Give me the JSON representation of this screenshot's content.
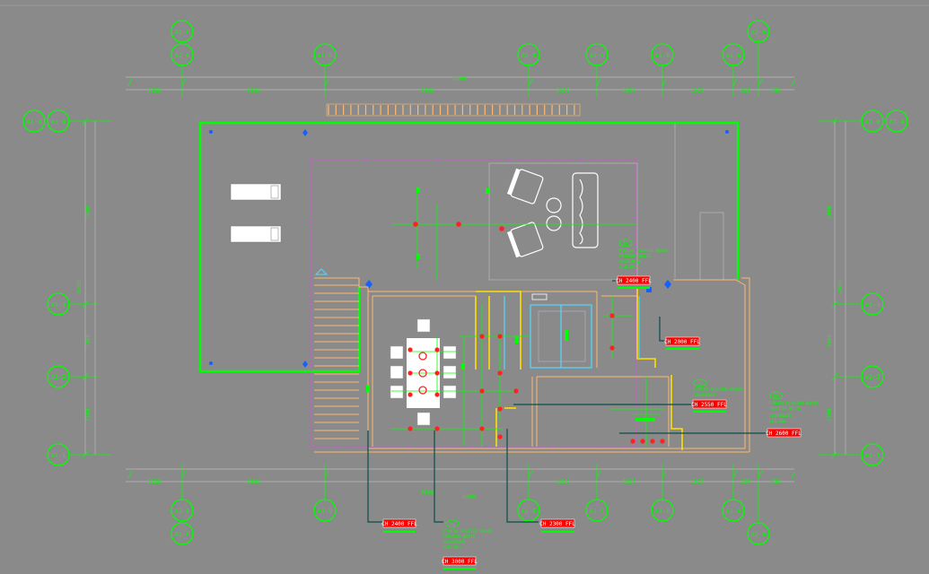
{
  "colors": {
    "background": "#8a8a8a",
    "grid": "#00ff00",
    "wall": "#00ff00",
    "dim_line": "#b9b9b9",
    "interior_wall": "#ffb870",
    "furniture": "#ffffff",
    "boundary": "#ff33ff",
    "tag_fill": "#ff0000",
    "leader": "#0b4d47",
    "glass": "#52d9ff",
    "yellow": "#ffe000",
    "column": "#1560ff"
  },
  "grid_bubbles": {
    "top_row1": [
      "A1-F",
      "A1-E"
    ],
    "top_row2": [
      "A1-D",
      "A1-D",
      "A1-C",
      "A1-B",
      "A1-A"
    ],
    "top_misc": [
      "A1-A"
    ],
    "left": [
      "A1-4",
      "A1-3",
      "A1-2",
      "A1-1"
    ],
    "right": [
      "A1-4",
      "A1-3",
      "A1-2",
      "A1-1"
    ],
    "bottom_row1": [
      "A1-E",
      "A1-D",
      "A1-D",
      "A1-C",
      "A1-B",
      "A1-A"
    ],
    "bottom_row2": [
      "A1-F",
      "A1-A"
    ]
  },
  "dimensions": {
    "top_total": "8600",
    "top_segments": [
      "2150",
      "3300",
      "3000",
      "1025",
      "1050",
      "1075",
      "300",
      "950"
    ],
    "bottom_total": "8600",
    "bottom_segments": [
      "2150",
      "3300",
      "3000",
      "1025",
      "1050",
      "1075",
      "300",
      "950"
    ],
    "left": [
      "3600",
      "3200",
      "1800",
      "2700"
    ],
    "right": [
      "2400",
      "2600",
      "2400",
      "2700"
    ]
  },
  "level_tags": [
    {
      "label": "CH 2400 FFL"
    },
    {
      "label": "CH 2000 FFL"
    },
    {
      "label": "CH 2550 FFL"
    },
    {
      "label": "CH 2600 FFL"
    },
    {
      "label": "CH 2400 FFL"
    },
    {
      "label": "CH 2300 FFL"
    },
    {
      "label": "CH 3000 FFL"
    }
  ],
  "notes": {
    "code_tag": "D1",
    "line1": "FINISH PLASTER BOARD",
    "line2": "PAINTED WHITE",
    "line3": "SUSPENDED",
    "line4": "CEILING"
  }
}
